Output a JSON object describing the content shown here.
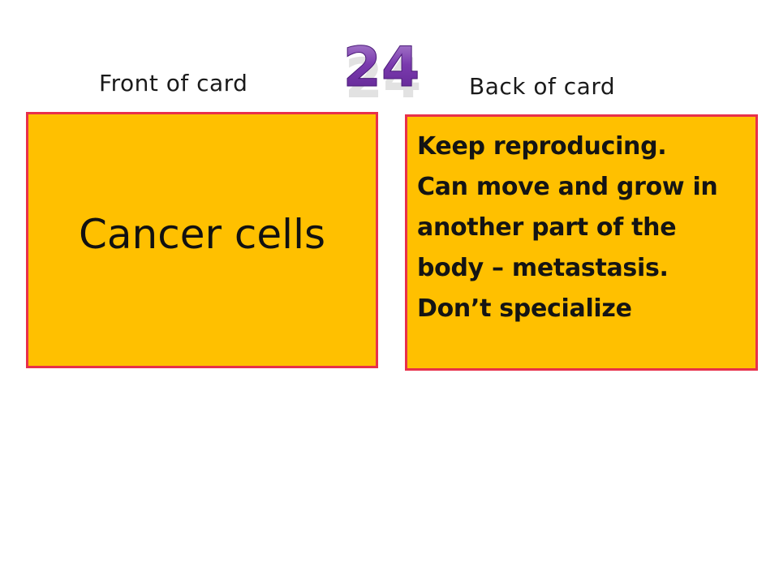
{
  "slide": {
    "number": "24",
    "number_colors": {
      "fill": "#7030a0",
      "highlight": "#b18ad0",
      "shadow": "#c9c9c9"
    }
  },
  "front": {
    "caption": "Front of card",
    "text": "Cancer cells"
  },
  "back": {
    "caption": "Back of card",
    "lines": [
      "Keep reproducing.",
      "Can move and grow in",
      "another part of the",
      "body – metastasis.",
      "Don’t specialize"
    ]
  },
  "colors": {
    "card_fill": "#ffc000",
    "card_border": "#e8304a"
  }
}
